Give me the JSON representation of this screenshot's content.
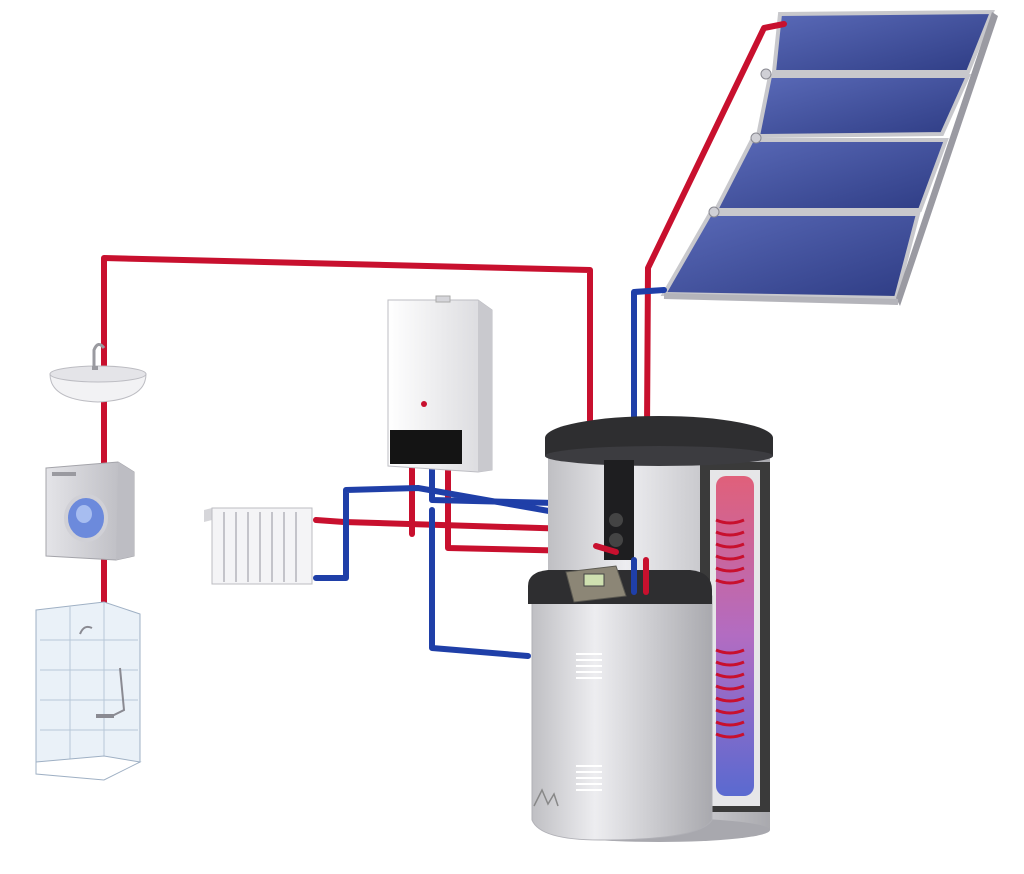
{
  "colors": {
    "background": "#ffffff",
    "hot_pipe": "#c8102e",
    "cold_pipe": "#1f3fa8",
    "solar_panel": "#3f4f9a",
    "tank_body": "#d9d9dc",
    "tank_insulation": "#3a3a3a",
    "boiler_body": "#f2f2f4",
    "boiler_panel": "#141414"
  },
  "components": [
    {
      "id": "solar-collectors",
      "icon": "solar-panel-icon",
      "count": 4
    },
    {
      "id": "gas-boiler",
      "icon": "wall-boiler-icon"
    },
    {
      "id": "storage-tank",
      "icon": "hot-water-cylinder-icon"
    },
    {
      "id": "tank-controller",
      "icon": "control-unit-icon"
    },
    {
      "id": "radiator",
      "icon": "radiator-icon"
    },
    {
      "id": "wash-basin",
      "icon": "sink-icon"
    },
    {
      "id": "washing-machine",
      "icon": "washing-machine-icon"
    },
    {
      "id": "shower-cabin",
      "icon": "shower-icon"
    }
  ],
  "pipes": [
    {
      "id": "hot-supply-loop",
      "type": "hot"
    },
    {
      "id": "solar-flow",
      "type": "hot"
    },
    {
      "id": "solar-return",
      "type": "cold"
    },
    {
      "id": "boiler-flow",
      "type": "hot"
    },
    {
      "id": "boiler-return",
      "type": "cold"
    },
    {
      "id": "radiator-flow",
      "type": "hot"
    },
    {
      "id": "radiator-return",
      "type": "cold"
    },
    {
      "id": "cold-water-inlet",
      "type": "cold"
    }
  ]
}
